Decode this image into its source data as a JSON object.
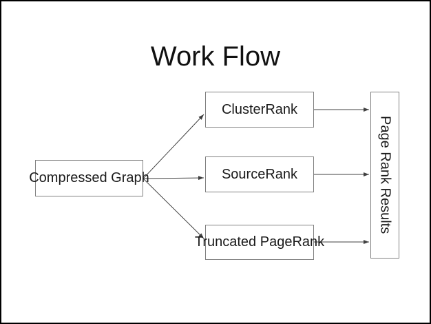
{
  "slide": {
    "title": "Work Flow"
  },
  "diagram": {
    "nodes": [
      {
        "id": "compressed-graph",
        "label": "Compressed Graph"
      },
      {
        "id": "cluster-rank",
        "label": "ClusterRank"
      },
      {
        "id": "source-rank",
        "label": "SourceRank"
      },
      {
        "id": "truncated-pagerank",
        "label": "Truncated PageRank"
      },
      {
        "id": "page-rank-results",
        "label": "Page Rank Results"
      }
    ],
    "edges": [
      {
        "from": "compressed-graph",
        "to": "cluster-rank"
      },
      {
        "from": "compressed-graph",
        "to": "source-rank"
      },
      {
        "from": "compressed-graph",
        "to": "truncated-pagerank"
      },
      {
        "from": "cluster-rank",
        "to": "page-rank-results"
      },
      {
        "from": "source-rank",
        "to": "page-rank-results"
      },
      {
        "from": "truncated-pagerank",
        "to": "page-rank-results"
      }
    ]
  },
  "colors": {
    "background": "#ffffff",
    "frame_border": "#000000",
    "box_border": "#808080",
    "arrow": "#404040",
    "text": "#1a1a1a"
  }
}
